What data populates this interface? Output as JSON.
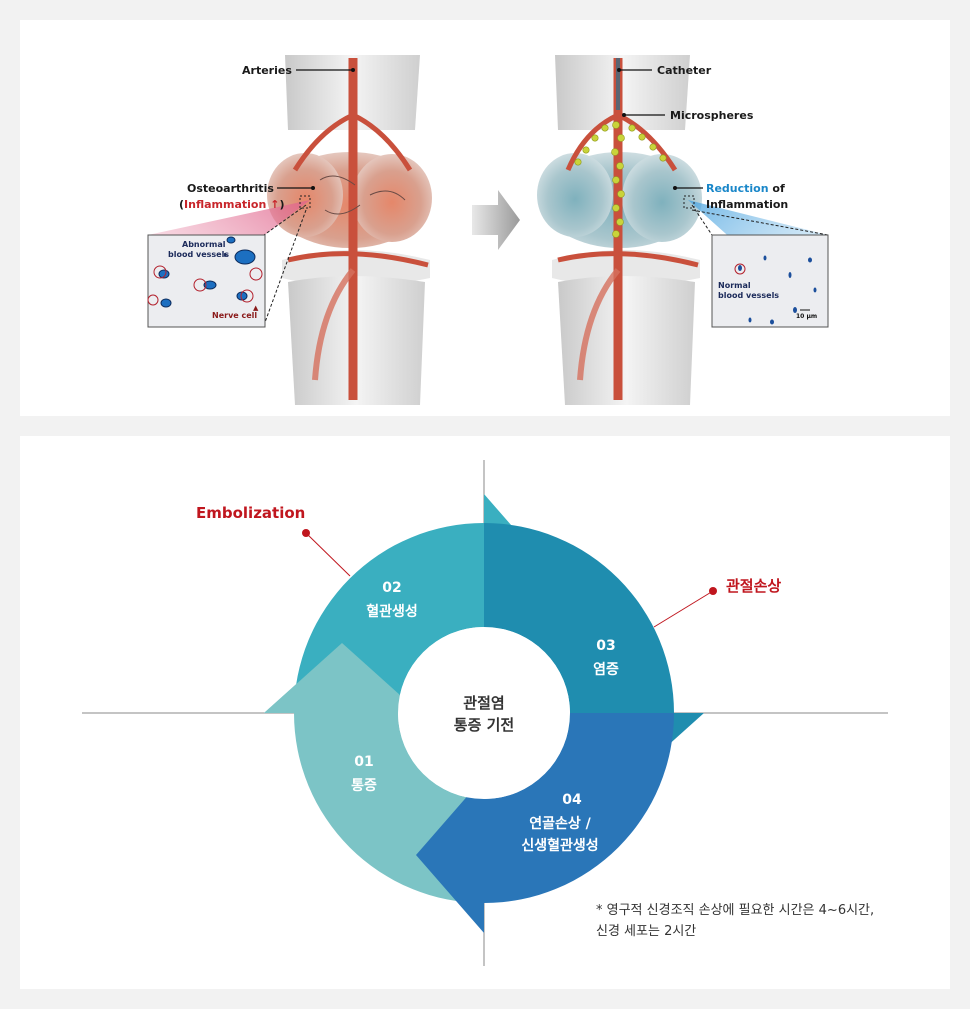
{
  "top_figure": {
    "labels": {
      "arteries": "Arteries",
      "osteoarthritis": "Osteoarthritis",
      "inflammation_paren_open": "(",
      "inflammation": "Inflammation",
      "inflammation_arrow": "↑",
      "inflammation_paren_close": ")",
      "catheter": "Catheter",
      "microspheres": "Microspheres",
      "reduction": "Reduction",
      "reduction_of": " of",
      "inflammation_after": "Inflammation"
    },
    "left_inset": {
      "abnormal_line1": "Abnormal",
      "abnormal_line2": "blood vessels",
      "pointer": "▸",
      "nerve_cell": "Nerve cell",
      "nerve_pointer": "▲"
    },
    "right_inset": {
      "normal_line1": "Normal",
      "normal_line2": "blood vessels",
      "scale": "10 μm"
    },
    "colors": {
      "inflammation_red": "#c8262b",
      "reduction_blue": "#1a87c9",
      "artery": "#c9503c",
      "microsphere": "#c9d43a",
      "bone": "#e4e4e4"
    }
  },
  "cycle_diagram": {
    "center_line1": "관절염",
    "center_line2": "통증 기전",
    "embolization": "Embolization",
    "joint_damage": "관절손상",
    "steps": [
      {
        "num": "01",
        "label": "통증",
        "color": "#7cc4c6"
      },
      {
        "num": "02",
        "label": "혈관생성",
        "color": "#3aafc0"
      },
      {
        "num": "03",
        "label": "염증",
        "color": "#1f8daf"
      },
      {
        "num": "04",
        "line1": "연골손상 /",
        "line2": "신생혈관생성",
        "color": "#2a76b8"
      }
    ],
    "note_line1": "* 영구적 신경조직 손상에 필요한 시간은 4~6시간,",
    "note_line2": "신경 세포는 2시간",
    "colors": {
      "callout_red": "#c0161e"
    }
  }
}
